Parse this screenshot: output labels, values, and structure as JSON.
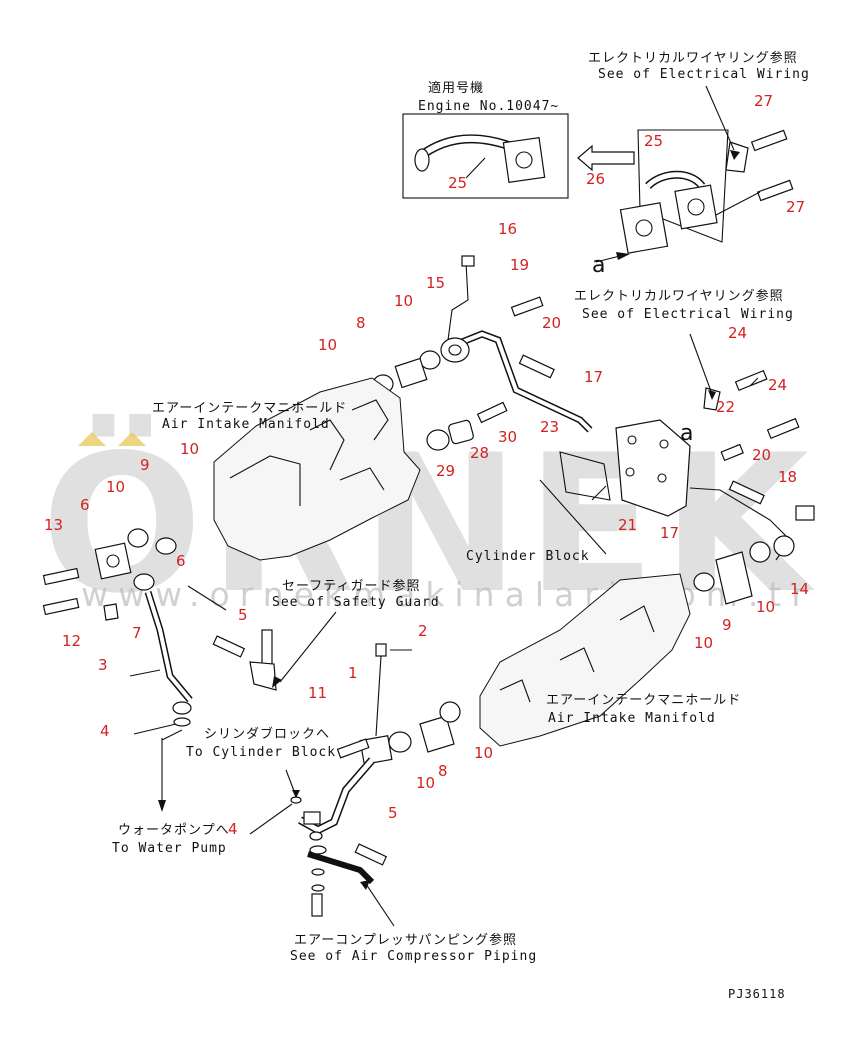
{
  "inset": {
    "title_jp": "適用号機",
    "title_en": "Engine No.10047~"
  },
  "labels": [
    {
      "id": "elec-wiring-1-jp",
      "text": "エレクトリカルワイヤリング参照"
    },
    {
      "id": "elec-wiring-1-en",
      "text": "See of Electrical Wiring"
    },
    {
      "id": "elec-wiring-2-jp",
      "text": "エレクトリカルワイヤリング参照"
    },
    {
      "id": "elec-wiring-2-en",
      "text": "See of Electrical Wiring"
    },
    {
      "id": "air-intake-1-jp",
      "text": "エアーインテークマニホールド"
    },
    {
      "id": "air-intake-1-en",
      "text": "Air Intake Manifold"
    },
    {
      "id": "cylinder-block-en",
      "text": "Cylinder Block"
    },
    {
      "id": "safety-guard-jp",
      "text": "セーフティガード参照"
    },
    {
      "id": "safety-guard-en",
      "text": "See of Safety Guard"
    },
    {
      "id": "air-intake-2-jp",
      "text": "エアーインテークマニホールド"
    },
    {
      "id": "air-intake-2-en",
      "text": "Air Intake Manifold"
    },
    {
      "id": "to-cyl-jp",
      "text": "シリンダブロックへ"
    },
    {
      "id": "to-cyl-en",
      "text": "To Cylinder Block"
    },
    {
      "id": "to-pump-jp",
      "text": "ウォータポンプへ"
    },
    {
      "id": "to-pump-en",
      "text": "To Water Pump"
    },
    {
      "id": "air-comp-jp",
      "text": "エアーコンプレッサパンピング参照"
    },
    {
      "id": "air-comp-en",
      "text": "See of Air Compressor Piping"
    },
    {
      "id": "drawing-code",
      "text": "PJ36118"
    }
  ],
  "view_marker": "a",
  "watermark": {
    "brand": "ÖRNEK",
    "url": "www.ornekmakinalari.com.tr"
  },
  "callouts": [
    "25",
    "25",
    "26",
    "27",
    "27",
    "16",
    "19",
    "15",
    "10",
    "20",
    "8",
    "10",
    "24",
    "17",
    "22",
    "24",
    "20",
    "23",
    "30",
    "28",
    "29",
    "18",
    "9",
    "10",
    "6",
    "10",
    "13",
    "6",
    "21",
    "17",
    "14",
    "12",
    "7",
    "5",
    "3",
    "10",
    "9",
    "10",
    "2",
    "1",
    "11",
    "10",
    "8",
    "10",
    "4",
    "4",
    "5"
  ],
  "colors": {
    "callout": "#d32222",
    "line": "#111111",
    "watermark": "#c8c8c8",
    "watermark_accent": "#e8c75a"
  }
}
